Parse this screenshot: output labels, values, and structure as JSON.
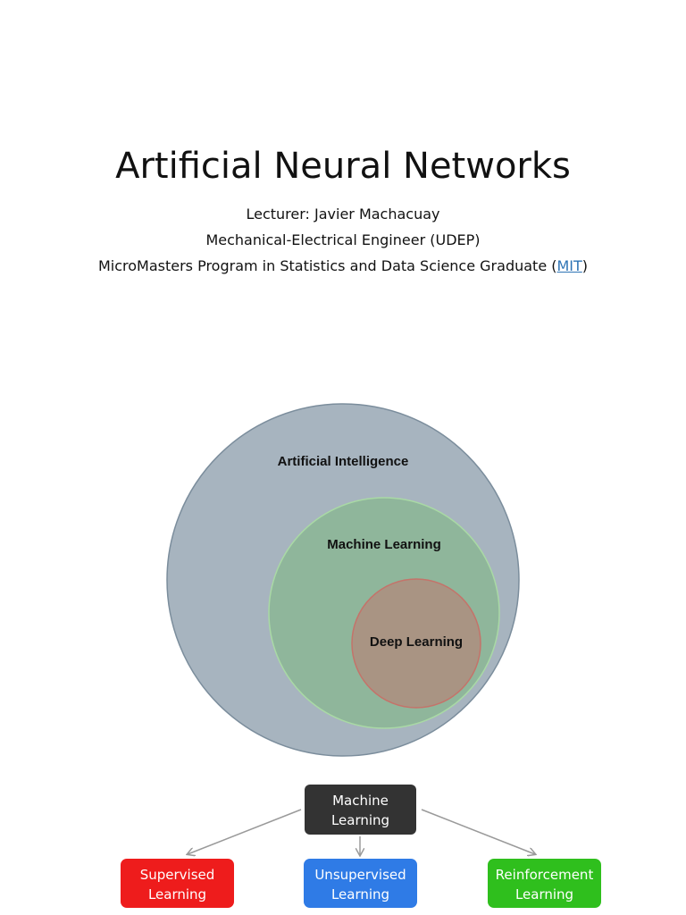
{
  "header": {
    "title": "Artificial Neural Networks",
    "lecturer": "Lecturer: Javier Machacuay",
    "degree": "Mechanical-Electrical Engineer (UDEP)",
    "program_prefix": "MicroMasters Program in Statistics and Data Science Graduate (",
    "program_link": "MIT",
    "program_suffix": ")"
  },
  "venn": {
    "outer": {
      "label": "Artificial Intelligence",
      "color": "#a7b4bf"
    },
    "middle": {
      "label": "Machine Learning",
      "color": "#8fb69b"
    },
    "inner": {
      "label": "Deep Learning",
      "color": "#a99483"
    }
  },
  "tree": {
    "root": {
      "line1": "Machine",
      "line2": "Learning",
      "color": "#333333"
    },
    "children": [
      {
        "line1": "Supervised",
        "line2": "Learning",
        "color": "#ee1c1c"
      },
      {
        "line1": "Unsupervised",
        "line2": "Learning",
        "color": "#2f7be6"
      },
      {
        "line1": "Reinforcement",
        "line2": "Learning",
        "color": "#2fbf1d"
      }
    ]
  }
}
